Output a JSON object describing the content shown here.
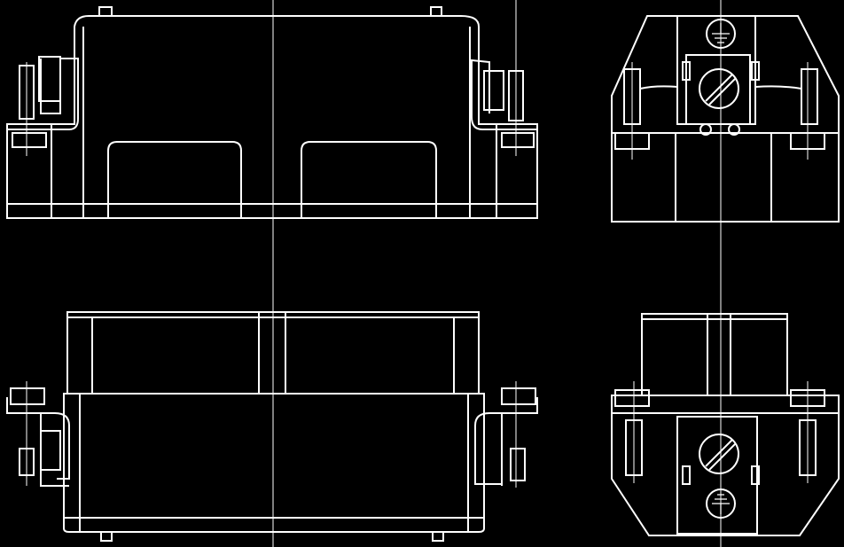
{
  "drawing": {
    "background": "#000000",
    "line_color": "#ffffff",
    "views": [
      {
        "name": "front-view-top"
      },
      {
        "name": "side-view-top"
      },
      {
        "name": "front-view-bottom"
      },
      {
        "name": "side-view-bottom"
      }
    ],
    "symbols": [
      "ground-symbol",
      "screw-head"
    ]
  }
}
